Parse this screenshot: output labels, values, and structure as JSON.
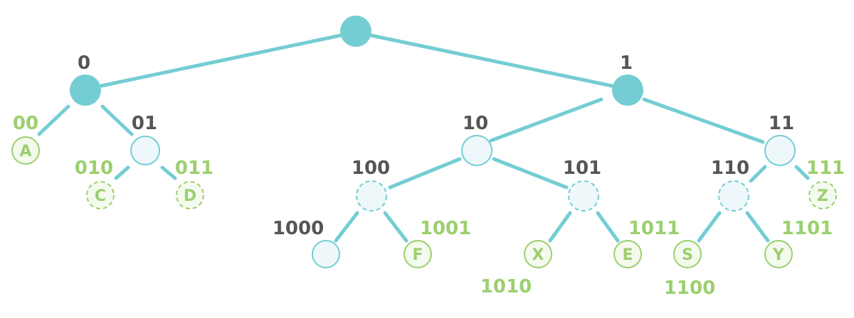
{
  "colors": {
    "edge": "#74cdd3",
    "internal_fill": "#74cdd3",
    "node_fill": "#eef8fa",
    "leaf_stroke": "#9ccf6e",
    "code_dark": "#555555",
    "code_green": "#9ccf6e"
  },
  "nodes": {
    "n0": {
      "code": "0"
    },
    "n1": {
      "code": "1"
    },
    "n00": {
      "code": "00",
      "symbol": "A"
    },
    "n01": {
      "code": "01"
    },
    "n010": {
      "code": "010",
      "symbol": "C"
    },
    "n011": {
      "code": "011",
      "symbol": "D"
    },
    "n10": {
      "code": "10"
    },
    "n11": {
      "code": "11"
    },
    "n100": {
      "code": "100"
    },
    "n101": {
      "code": "101"
    },
    "n110": {
      "code": "110"
    },
    "n111": {
      "code": "111",
      "symbol": "Z"
    },
    "n1000": {
      "code": "1000"
    },
    "n1001": {
      "code": "1001",
      "symbol": "F"
    },
    "n1010": {
      "code": "1010",
      "symbol": "X"
    },
    "n1011": {
      "code": "1011",
      "symbol": "E"
    },
    "n1100": {
      "code": "1100",
      "symbol": "S"
    },
    "n1101": {
      "code": "1101",
      "symbol": "Y"
    }
  }
}
